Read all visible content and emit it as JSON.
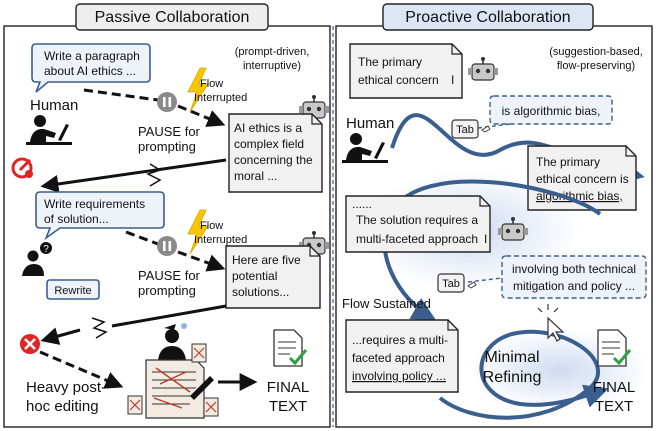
{
  "left_panel": {
    "header": "Passive Collaboration",
    "note_line1": "(prompt-driven,",
    "note_line2": "interruptive)",
    "human_label": "Human",
    "prompt1_line1": "Write a paragraph",
    "prompt1_line2": "about AI ethics ...",
    "flow_label": "Flow",
    "interrupted_label": "Interrupted",
    "flow_label2": "Flow",
    "interrupted_label2": "Interrupted",
    "pause1_line1": "PAUSE for",
    "pause1_line2": "prompting",
    "pause2_line1": "PAUSE for",
    "pause2_line2": "prompting",
    "ai_resp1": [
      "AI ethics is a",
      "complex field",
      "concerning the",
      "moral ..."
    ],
    "prompt2_line1": "Write requirements",
    "prompt2_line2": "of solution...",
    "rewrite_label": "Rewrite",
    "ai_resp2": [
      "Here are five",
      "potential",
      "solutions..."
    ],
    "edit_line1": "Heavy post-",
    "edit_line2": "hoc editing",
    "final_line1": "FINAL",
    "final_line2": "TEXT"
  },
  "right_panel": {
    "header": "Proactive Collaboration",
    "note_line1": "(suggestion-based,",
    "note_line2": "flow-preserving)",
    "human_label": "Human",
    "draft1_line1": "The primary",
    "draft1_line2": "ethical concern",
    "suggest1": "is algorithmic bias,",
    "tab_label": "Tab",
    "tab_label2": "Tab",
    "merged1": [
      "The primary",
      "ethical concern is",
      "algorithmic bias,"
    ],
    "draft2": [
      "......",
      "The solution requires a",
      "multi-faceted approach"
    ],
    "suggest2_line1": "involving both technical",
    "suggest2_line2": "mitigation and policy ...",
    "flow_sustained": "Flow Sustained",
    "merged2": [
      "...requires a multi-",
      "faceted approach",
      "involving policy ..."
    ],
    "minimal_line1": "Minimal",
    "minimal_line2": "Refining",
    "final_line1": "FINAL",
    "final_line2": "TEXT"
  },
  "colors": {
    "blue": "#3a5f8f",
    "red": "#e02424",
    "yellow": "#f7c600",
    "header_fill_left": "#eeeeee",
    "header_fill_right": "#dde6f4"
  }
}
